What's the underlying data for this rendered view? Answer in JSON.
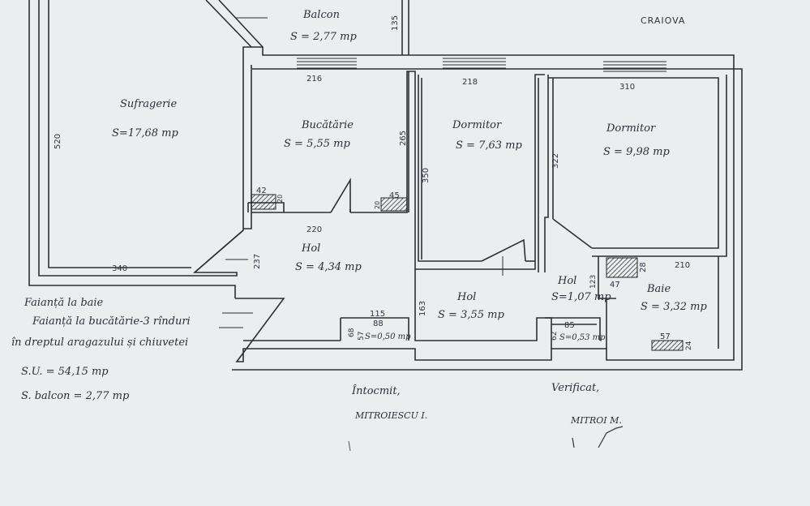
{
  "header": {
    "city": "CRAIOVA"
  },
  "rooms": {
    "balcon": {
      "name": "Balcon",
      "area": "S = 2,77 mp"
    },
    "sufragerie": {
      "name": "Sufragerie",
      "area": "S=17,68 mp"
    },
    "bucatarie": {
      "name": "Bucătărie",
      "area": "S = 5,55 mp"
    },
    "dormitor1": {
      "name": "Dormitor",
      "area": "S = 7,63 mp"
    },
    "dormitor2": {
      "name": "Dormitor",
      "area": "S = 9,98 mp"
    },
    "hol1": {
      "name": "Hol",
      "area": "S = 4,34 mp"
    },
    "hol2": {
      "name": "Hol",
      "area": "S = 3,55 mp"
    },
    "hol3": {
      "name": "Hol",
      "area": "S=1,07 mp"
    },
    "baie": {
      "name": "Baie",
      "area": "S = 3,32 mp"
    },
    "closet1": {
      "area": "S=0,50 mp"
    },
    "closet2": {
      "area": "S=0,53 mp"
    }
  },
  "dimensions": {
    "d135": "135",
    "d216": "216",
    "d218": "218",
    "d310": "310",
    "d520": "520",
    "d265": "265",
    "d350": "350",
    "d322": "322",
    "d340": "340",
    "d220": "220",
    "d237": "237",
    "d42": "42",
    "d20a": "20",
    "d20b": "20",
    "d45": "45",
    "d115": "115",
    "d88": "88",
    "d68": "68",
    "d57a": "57",
    "d163": "163",
    "d85": "85",
    "d62": "62",
    "d123": "123",
    "d47": "47",
    "d28": "28",
    "d210": "210",
    "d57b": "57",
    "d24": "24"
  },
  "notes": {
    "line1": "Faianță la baie",
    "line2": "Faianță la bucătărie-3 rînduri",
    "line3": "în dreptul aragazului și chiuvetei",
    "su": "S.U. = 54,15 mp",
    "sbalcon": "S. balcon = 2,77 mp"
  },
  "signatures": {
    "intocmit_label": "Întocmit,",
    "intocmit_name": "MITROIESCU I.",
    "verificat_label": "Verificat,",
    "verificat_name": "MITROI M."
  }
}
